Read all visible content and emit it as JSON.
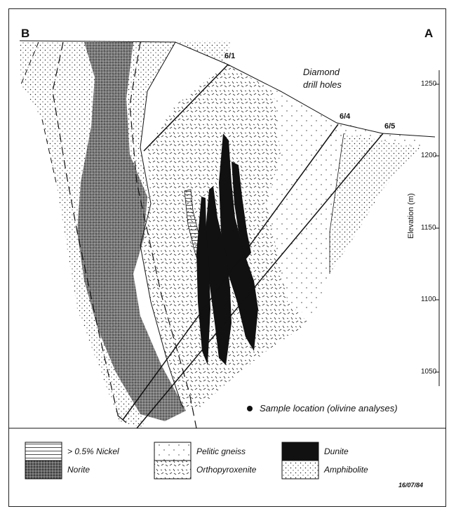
{
  "corners": {
    "left": "B",
    "right": "A"
  },
  "drill_holes": {
    "title_line1": "Diamond",
    "title_line2": "drill holes",
    "holes": [
      "6/1",
      "6/4",
      "6/5"
    ]
  },
  "axis": {
    "label": "Elevation (m)",
    "ticks": [
      "1250",
      "1200",
      "1150",
      "1100",
      "1050"
    ]
  },
  "sample_note": "Sample location (olivine analyses)",
  "legend": [
    {
      "key": "nickel",
      "label": "> 0.5% Nickel"
    },
    {
      "key": "norite",
      "label": "Norite"
    },
    {
      "key": "pelitic",
      "label": "Pelitic gneiss"
    },
    {
      "key": "orthopyroxenite",
      "label": "Orthopyroxenite"
    },
    {
      "key": "dunite",
      "label": "Dunite"
    },
    {
      "key": "amphibolite",
      "label": "Amphibolite"
    }
  ],
  "date": "16/07/84"
}
